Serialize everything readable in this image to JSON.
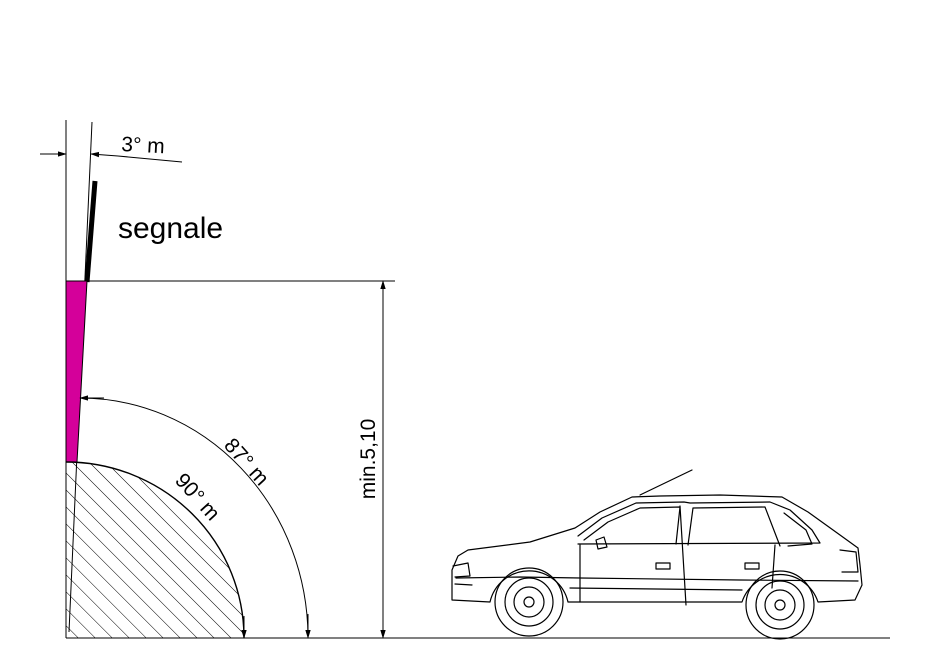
{
  "labels": {
    "sign": "segnale",
    "tilt_angle": "3° m",
    "angle_87": "87° m",
    "angle_90": "90° m",
    "min_height": "min.5,10"
  },
  "colors": {
    "lines": "#000000",
    "wedge_fill": "#d4009a",
    "background": "#ffffff"
  },
  "icons": {
    "vehicle": "car-icon"
  }
}
